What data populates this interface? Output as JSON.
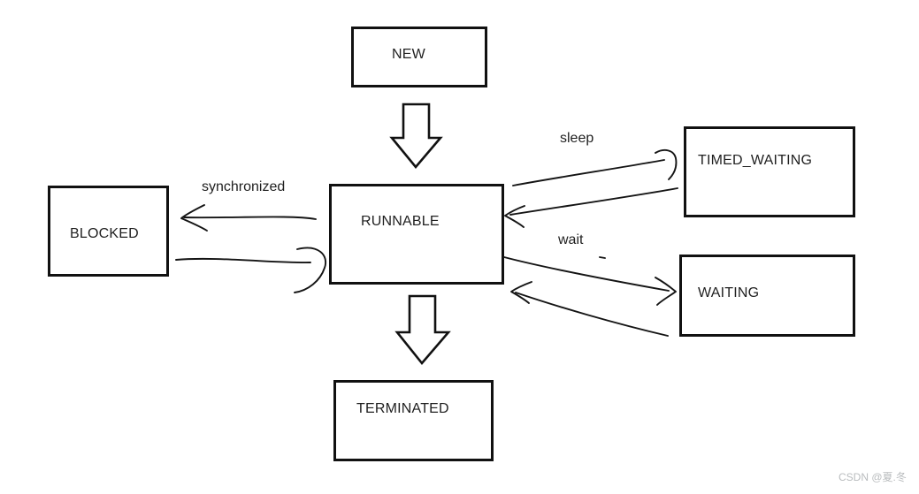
{
  "diagram": {
    "nodes": {
      "new": {
        "label": "NEW"
      },
      "runnable": {
        "label": "RUNNABLE"
      },
      "blocked": {
        "label": "BLOCKED"
      },
      "timed_waiting": {
        "label": "TIMED_WAITING"
      },
      "waiting": {
        "label": "WAITING"
      },
      "terminated": {
        "label": "TERMINATED"
      }
    },
    "edges": [
      {
        "from": "new",
        "to": "runnable",
        "label": ""
      },
      {
        "from": "runnable",
        "to": "terminated",
        "label": ""
      },
      {
        "from": "runnable",
        "to": "blocked",
        "label": "synchronized"
      },
      {
        "from": "blocked",
        "to": "runnable",
        "label": ""
      },
      {
        "from": "runnable",
        "to": "timed_waiting",
        "label": "sleep"
      },
      {
        "from": "timed_waiting",
        "to": "runnable",
        "label": ""
      },
      {
        "from": "runnable",
        "to": "waiting",
        "label": "wait"
      },
      {
        "from": "waiting",
        "to": "runnable",
        "label": ""
      }
    ],
    "edge_labels": {
      "synchronized": "synchronized",
      "sleep": "sleep",
      "wait": "wait"
    },
    "colors": {
      "line": "#141414",
      "box_border": "#111111",
      "box_fill": "#ffffff",
      "background": "#ffffff",
      "watermark_text": "#b9bcbe"
    }
  },
  "watermark": {
    "text": "CSDN @夏.冬"
  }
}
